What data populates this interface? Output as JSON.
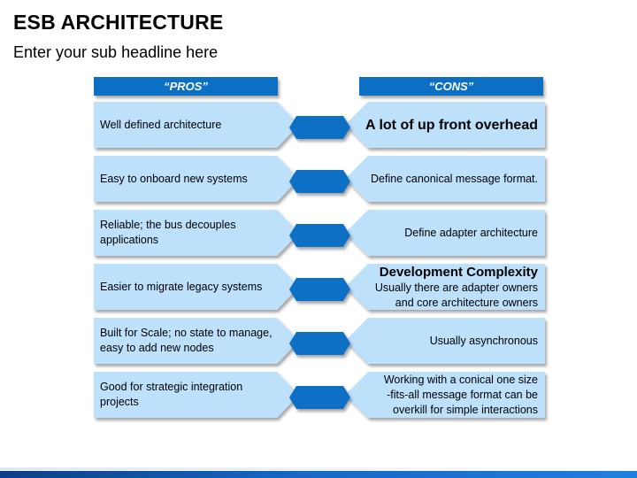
{
  "title": "ESB ARCHITECTURE",
  "subtitle": "Enter your sub headline here",
  "pros_header": "“PROS”",
  "cons_header": "“CONS”",
  "colors": {
    "header_blue": "#0b6fc4",
    "box_fill": "#bde0fb",
    "connector_blue": "#0b6fc4",
    "bottom_bar": "#1567c6"
  },
  "rows": [
    {
      "pro": "Well defined architecture",
      "con_head": "A lot of up front overhead",
      "con_body": ""
    },
    {
      "pro": "Easy to onboard new systems",
      "con_head": "",
      "con_body": "Define canonical message format."
    },
    {
      "pro": "Reliable; the bus decouples\n applications",
      "con_head": "",
      "con_body": "Define adapter architecture"
    },
    {
      "pro": "Easier to migrate legacy systems",
      "con_head": "Development Complexity",
      "con_body": "Usually there are adapter owners\nand core architecture owners"
    },
    {
      "pro": "Built for Scale; no state to manage,\neasy to add new nodes",
      "con_head": "",
      "con_body": "Usually asynchronous"
    },
    {
      "pro": "Good for strategic integration\n projects",
      "con_head": "",
      "con_body": "Working with a conical one size\n-fits-all message format can be\noverkill for simple interactions"
    }
  ]
}
